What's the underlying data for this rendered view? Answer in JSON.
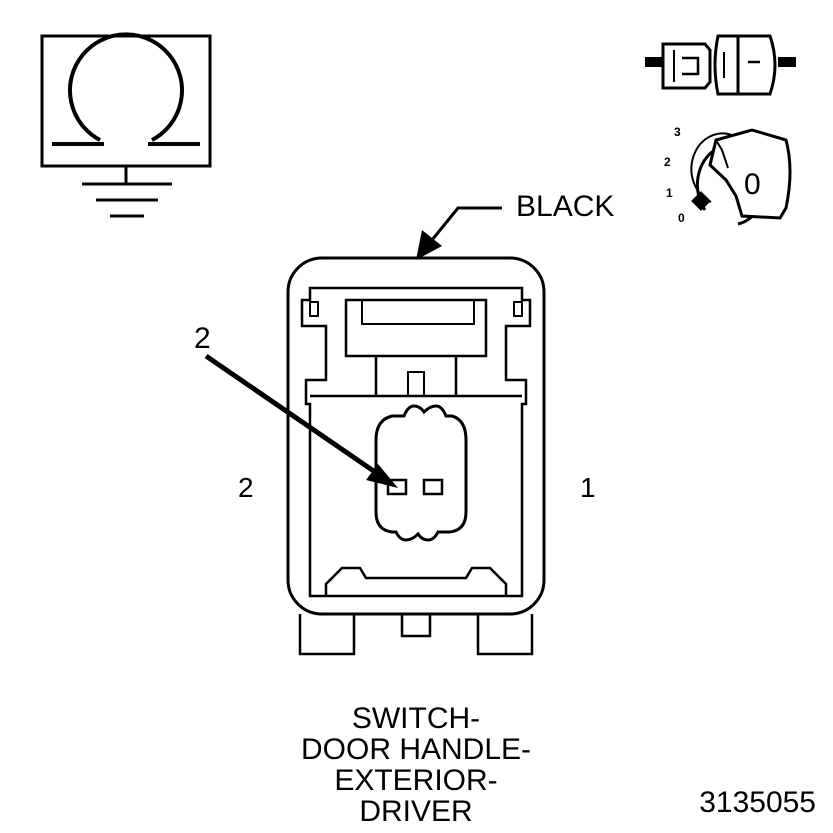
{
  "connector": {
    "color_label": "BLACK",
    "pin_left": "2",
    "pin_right": "1",
    "pointer_label": "2"
  },
  "ground_symbol": {
    "icon": "ohm-ground-icon"
  },
  "connector_type_icon": {
    "icon": "plug-connector-icon"
  },
  "ignition_key": {
    "positions": [
      "3",
      "2",
      "1",
      "0"
    ],
    "key_label": "0"
  },
  "title_lines": [
    "SWITCH-",
    "DOOR HANDLE-",
    "EXTERIOR-",
    "DRIVER"
  ],
  "figure_code": "3135055",
  "colors": {
    "stroke": "#000000",
    "background": "#ffffff"
  }
}
